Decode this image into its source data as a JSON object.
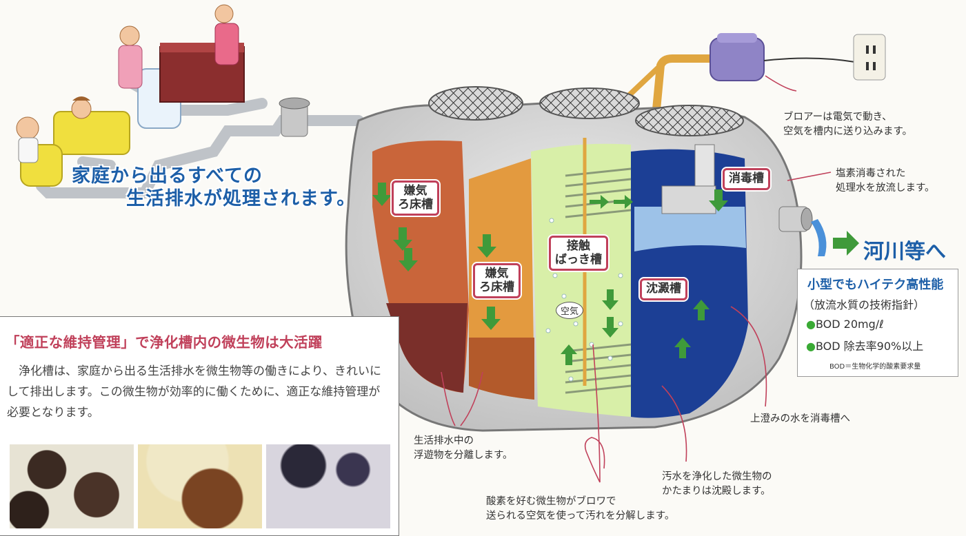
{
  "headline": {
    "line1": "家庭から出るすべての",
    "line2": "生活排水が処理されます。"
  },
  "tanks": {
    "anaerobic1": "嫌気\nろ床槽",
    "anaerobic2": "嫌気\nろ床槽",
    "contact_aeration": "接触\nばっき槽",
    "sedimentation": "沈澱槽",
    "disinfection": "消毒槽",
    "air": "空気"
  },
  "notes": {
    "blower": "ブロアーは電気で動き、\n空気を槽内に送り込みます。",
    "disinfection": "塩素消毒された\n処理水を放流します。",
    "supernatant": "上澄みの水を消毒槽へ",
    "solids": "生活排水中の\n浮遊物を分離します。",
    "sediment": "汚水を浄化した微生物の\nかたまりは沈殿します。",
    "aerobic": "酸素を好む微生物がブロワで\n送られる空気を使って汚れを分解します。"
  },
  "outflow": {
    "label": "河川等へ"
  },
  "performance": {
    "title": "小型でもハイテク高性能",
    "subtitle": "（放流水質の技術指針）",
    "items": [
      "BOD 20mg/ℓ",
      "BOD 除去率90%以上"
    ],
    "footnote": "BOD＝生物化学的酸素要求量",
    "bullet_color": "#3aaa35"
  },
  "maintenance": {
    "title": "「適正な維持管理」で浄化槽内の微生物は大活躍",
    "body": "浄化槽は、家庭から出る生活排水を微生物等の働きにより、きれいにして排出します。この微生物が効率的に働くために、適正な維持管理が必要となります。"
  },
  "colors": {
    "headline_blue": "#1d5fa8",
    "label_border": "#c0405a",
    "arrow_green": "#3f9a3a",
    "callout_red": "#c0405a"
  }
}
